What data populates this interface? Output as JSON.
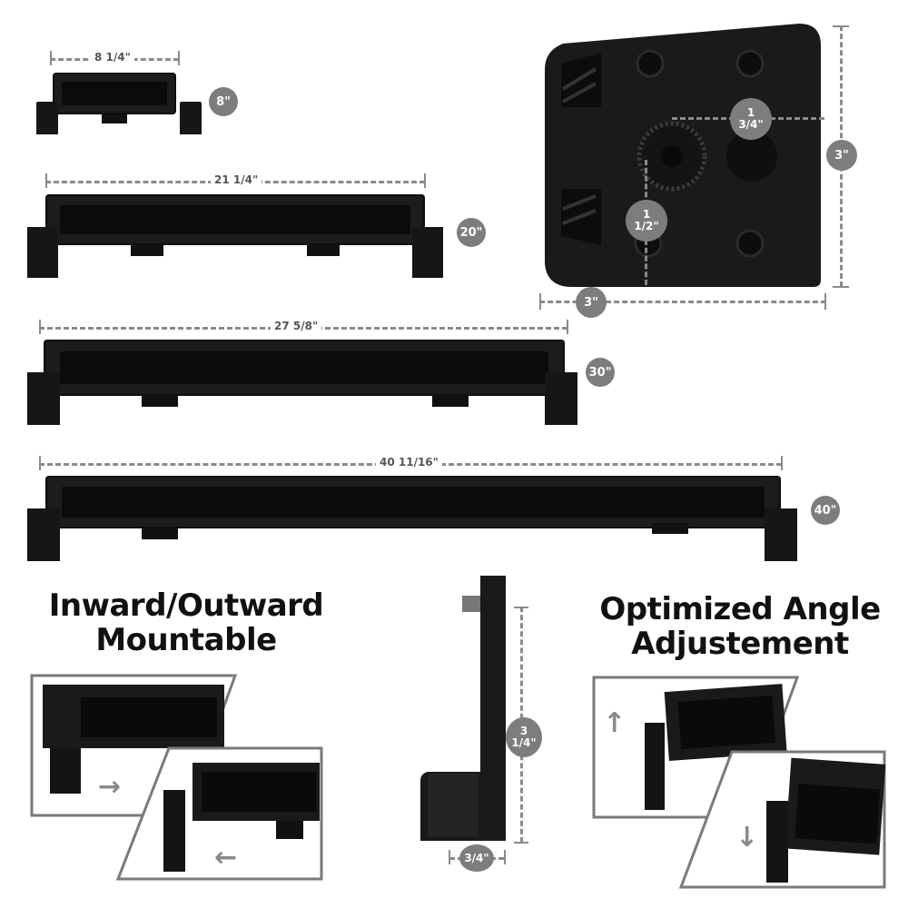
{
  "bars": [
    {
      "dimension": "8 1/4\"",
      "size": "8\""
    },
    {
      "dimension": "21 1/4\"",
      "size": "20\""
    },
    {
      "dimension": "27 5/8\"",
      "size": "30\""
    },
    {
      "dimension": "40 11/16\"",
      "size": "40\""
    }
  ],
  "bracket_top": {
    "height": "3\"",
    "width": "3\"",
    "inner_width": {
      "line1": "1",
      "line2": "3/4\""
    },
    "inner_height": {
      "line1": "1",
      "line2": "1/2\""
    }
  },
  "bracket_side": {
    "height": {
      "line1": "3",
      "line2": "1/4\""
    },
    "base": "3/4\""
  },
  "features": {
    "mount": {
      "line1": "Inward/Outward",
      "line2": "Mountable"
    },
    "angle": {
      "line1": "Optimized Angle",
      "line2": "Adjustement"
    }
  },
  "icons": {
    "arrow_right": "→",
    "arrow_left": "←",
    "arrow_up": "↑",
    "arrow_down": "↓"
  }
}
